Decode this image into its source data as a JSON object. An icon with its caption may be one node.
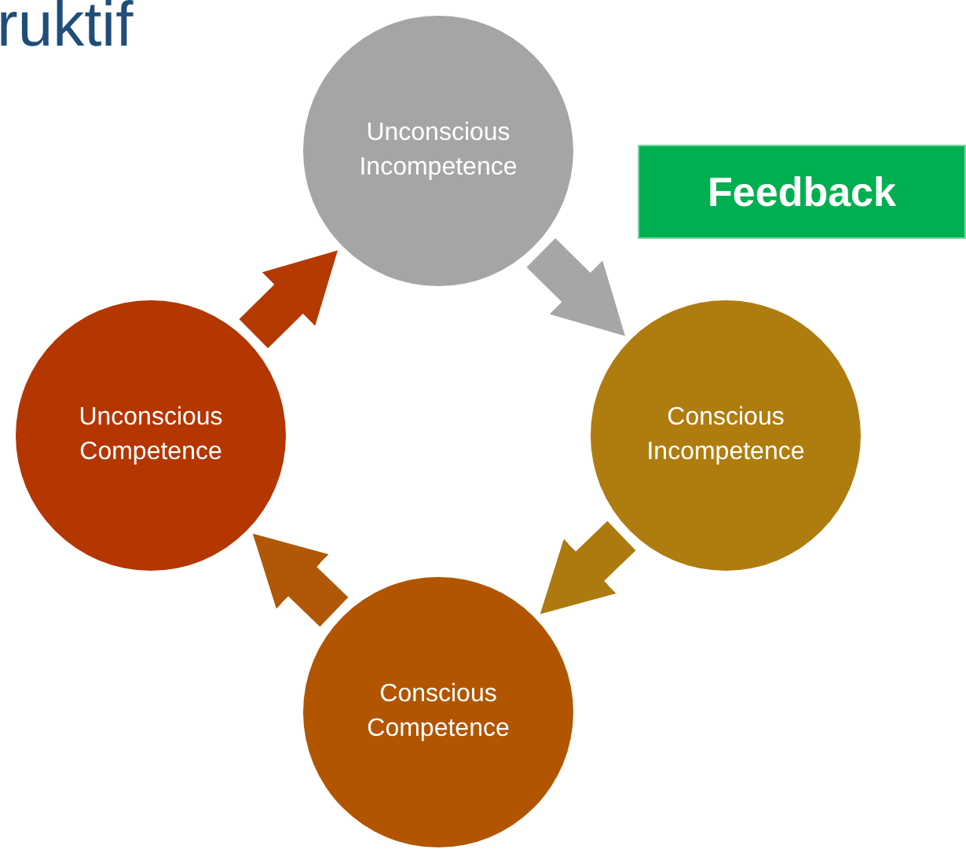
{
  "diagram": {
    "title": "ruktif",
    "nodes": [
      {
        "text": [
          "Unconscious Incompetence"
        ]
      },
      {
        "text": [
          "Conscious Incompetence"
        ]
      },
      {
        "text": [
          "Conscious Competence"
        ]
      },
      {
        "text": [
          "Unconscious Competence"
        ]
      },
      {
        "text": [
          "Feedback"
        ]
      }
    ],
    "edges": [
      {
        "from": 0,
        "to": 1,
        "arrow": "to",
        "color": "#a6a6a6"
      },
      {
        "from": 1,
        "to": 2,
        "arrow": "to",
        "color": "#ad7a10"
      },
      {
        "from": 2,
        "to": 3,
        "arrow": "to",
        "color": "#b05808"
      },
      {
        "from": 3,
        "to": 0,
        "arrow": "to",
        "color": "#b43a02"
      }
    ]
  }
}
